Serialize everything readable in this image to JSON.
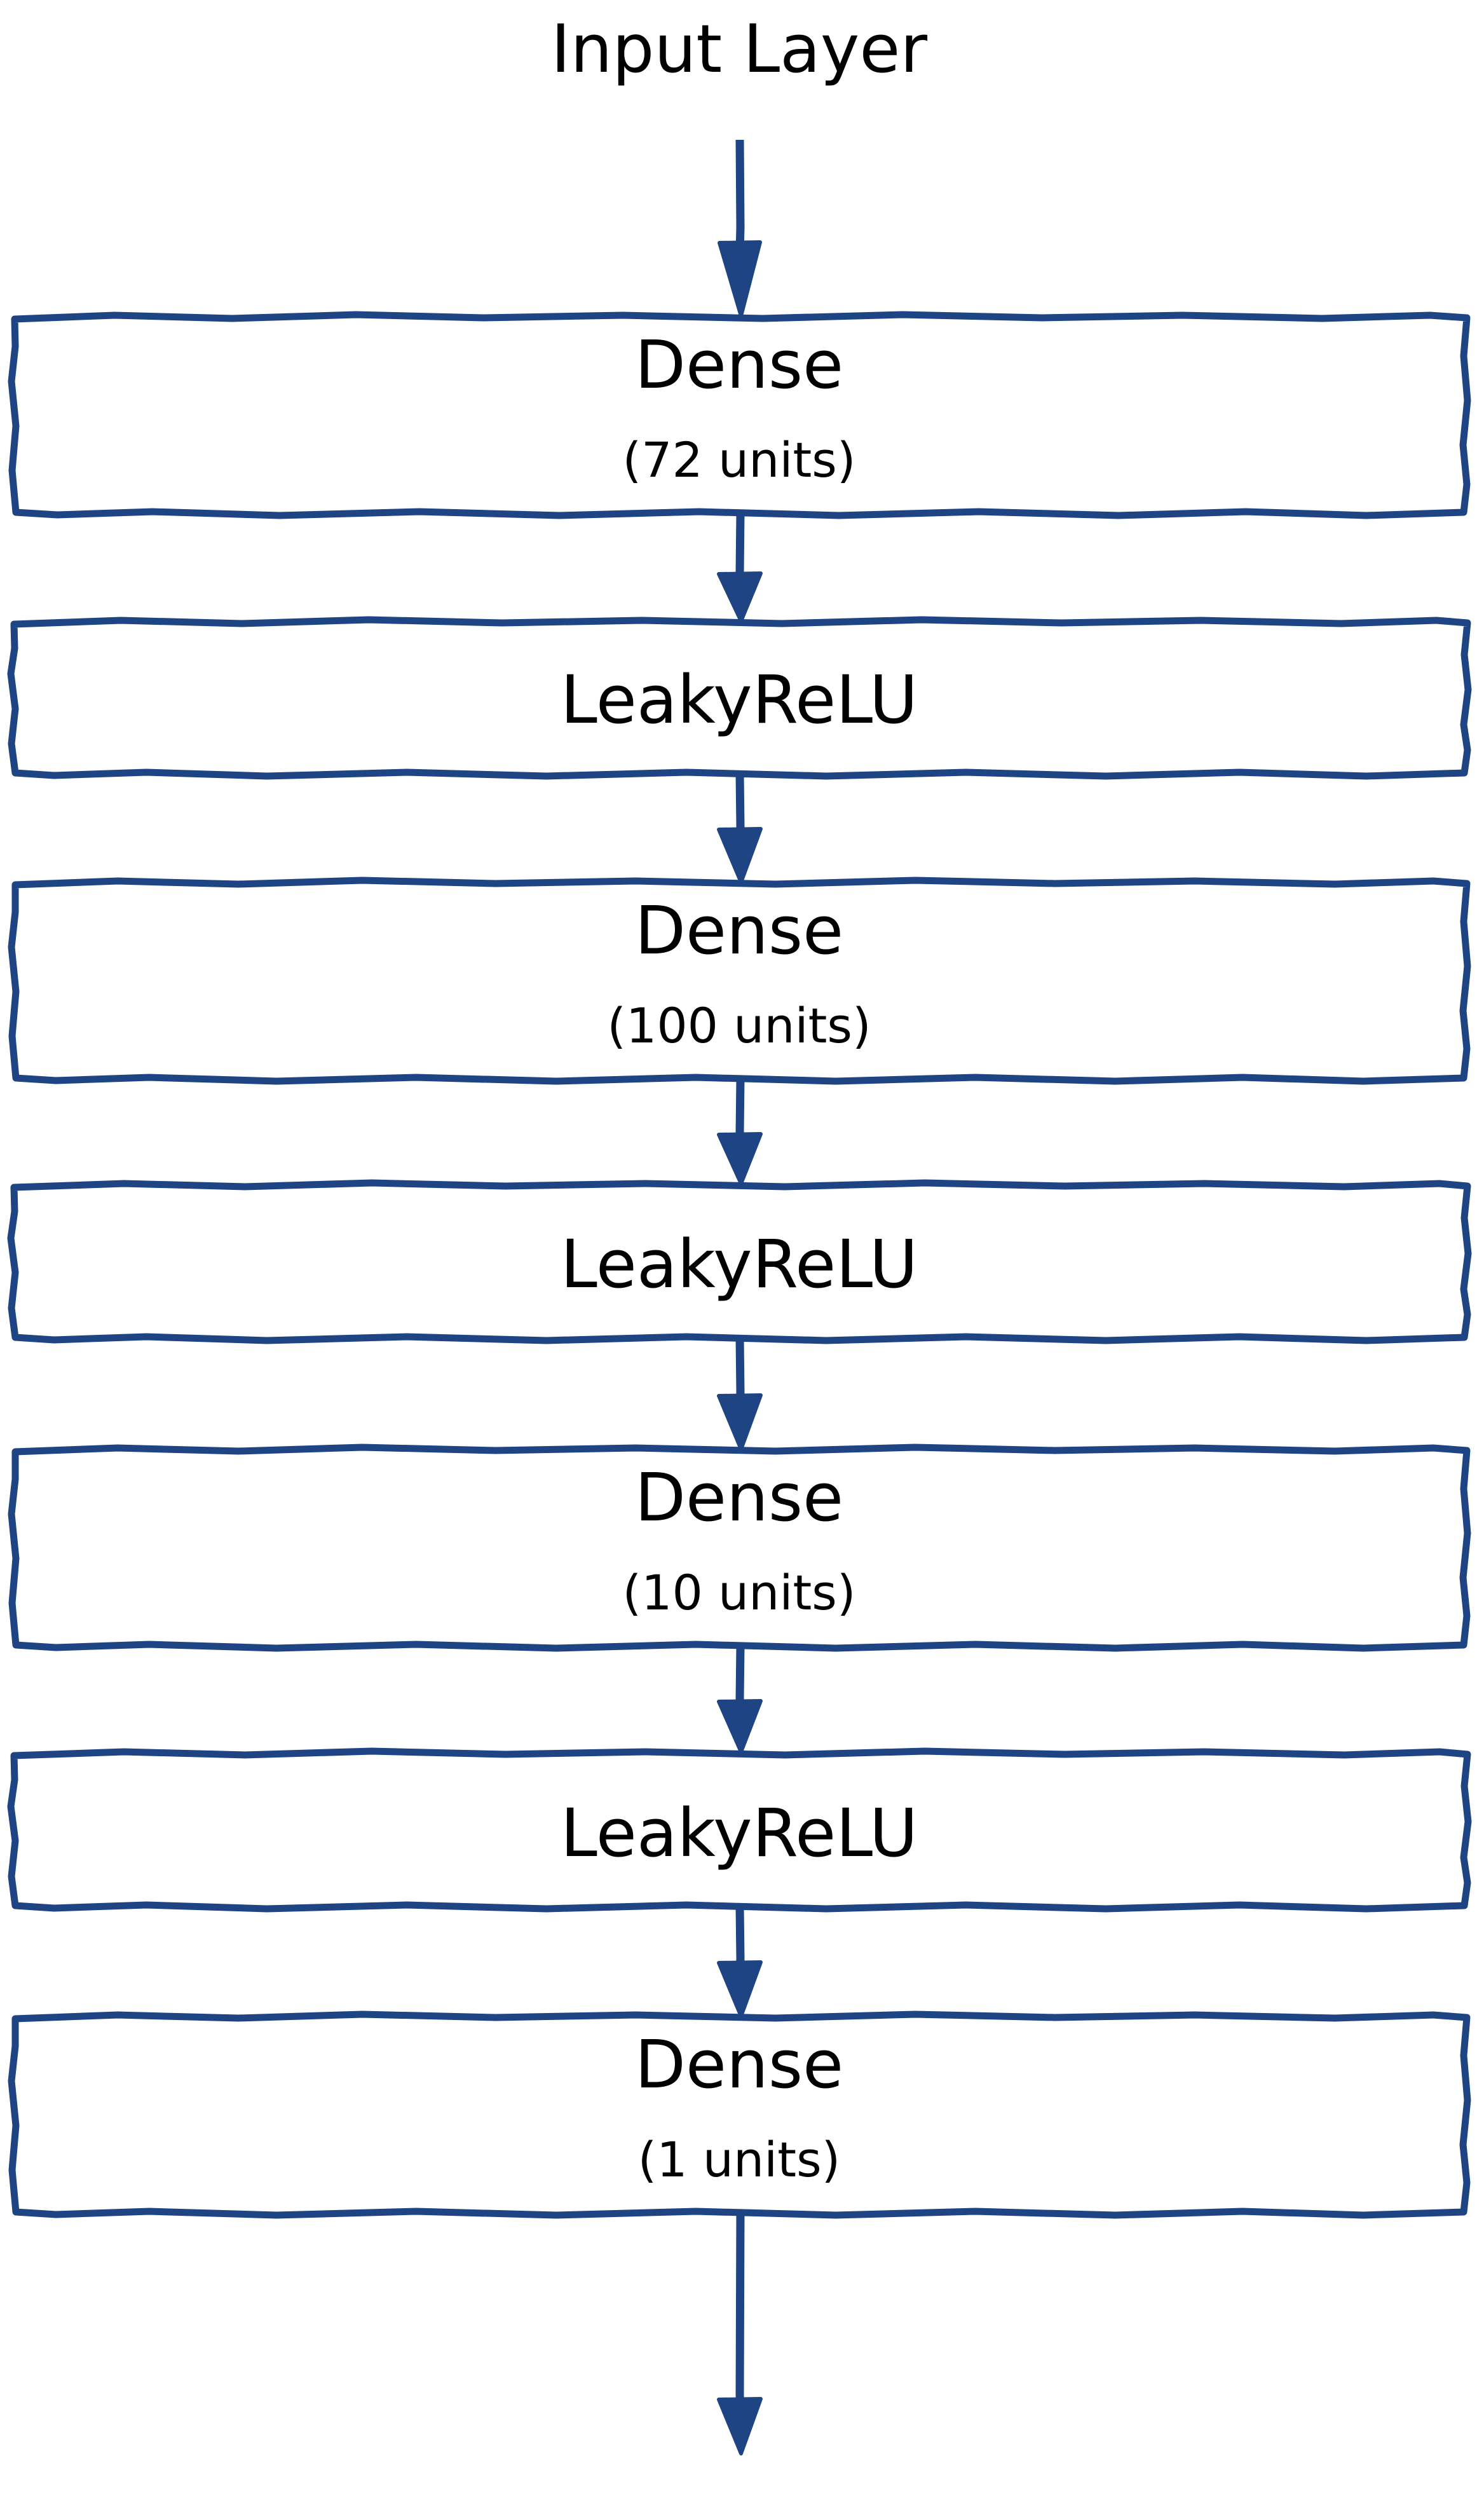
{
  "diagram": {
    "type": "flowchart",
    "orientation": "top-to-bottom",
    "style": "hand-drawn-sketch",
    "background_color": "#ffffff",
    "accent_color": "#1f4484",
    "text_color": "#000000",
    "input_label": "Input Layer",
    "nodes": [
      {
        "id": "dense-1",
        "title": "Dense",
        "subtitle": "(72 units)",
        "layer_type": "Dense",
        "units": 72
      },
      {
        "id": "leakyrelu-1",
        "title": "LeakyReLU",
        "subtitle": "",
        "layer_type": "LeakyReLU",
        "units": null
      },
      {
        "id": "dense-2",
        "title": "Dense",
        "subtitle": "(100 units)",
        "layer_type": "Dense",
        "units": 100
      },
      {
        "id": "leakyrelu-2",
        "title": "LeakyReLU",
        "subtitle": "",
        "layer_type": "LeakyReLU",
        "units": null
      },
      {
        "id": "dense-3",
        "title": "Dense",
        "subtitle": "(10 units)",
        "layer_type": "Dense",
        "units": 10
      },
      {
        "id": "leakyrelu-3",
        "title": "LeakyReLU",
        "subtitle": "",
        "layer_type": "LeakyReLU",
        "units": null
      },
      {
        "id": "dense-4",
        "title": "Dense",
        "subtitle": "(1 units)",
        "layer_type": "Dense",
        "units": 1
      }
    ],
    "connector_count": 8,
    "connector_icon": "down-arrow-icon"
  }
}
